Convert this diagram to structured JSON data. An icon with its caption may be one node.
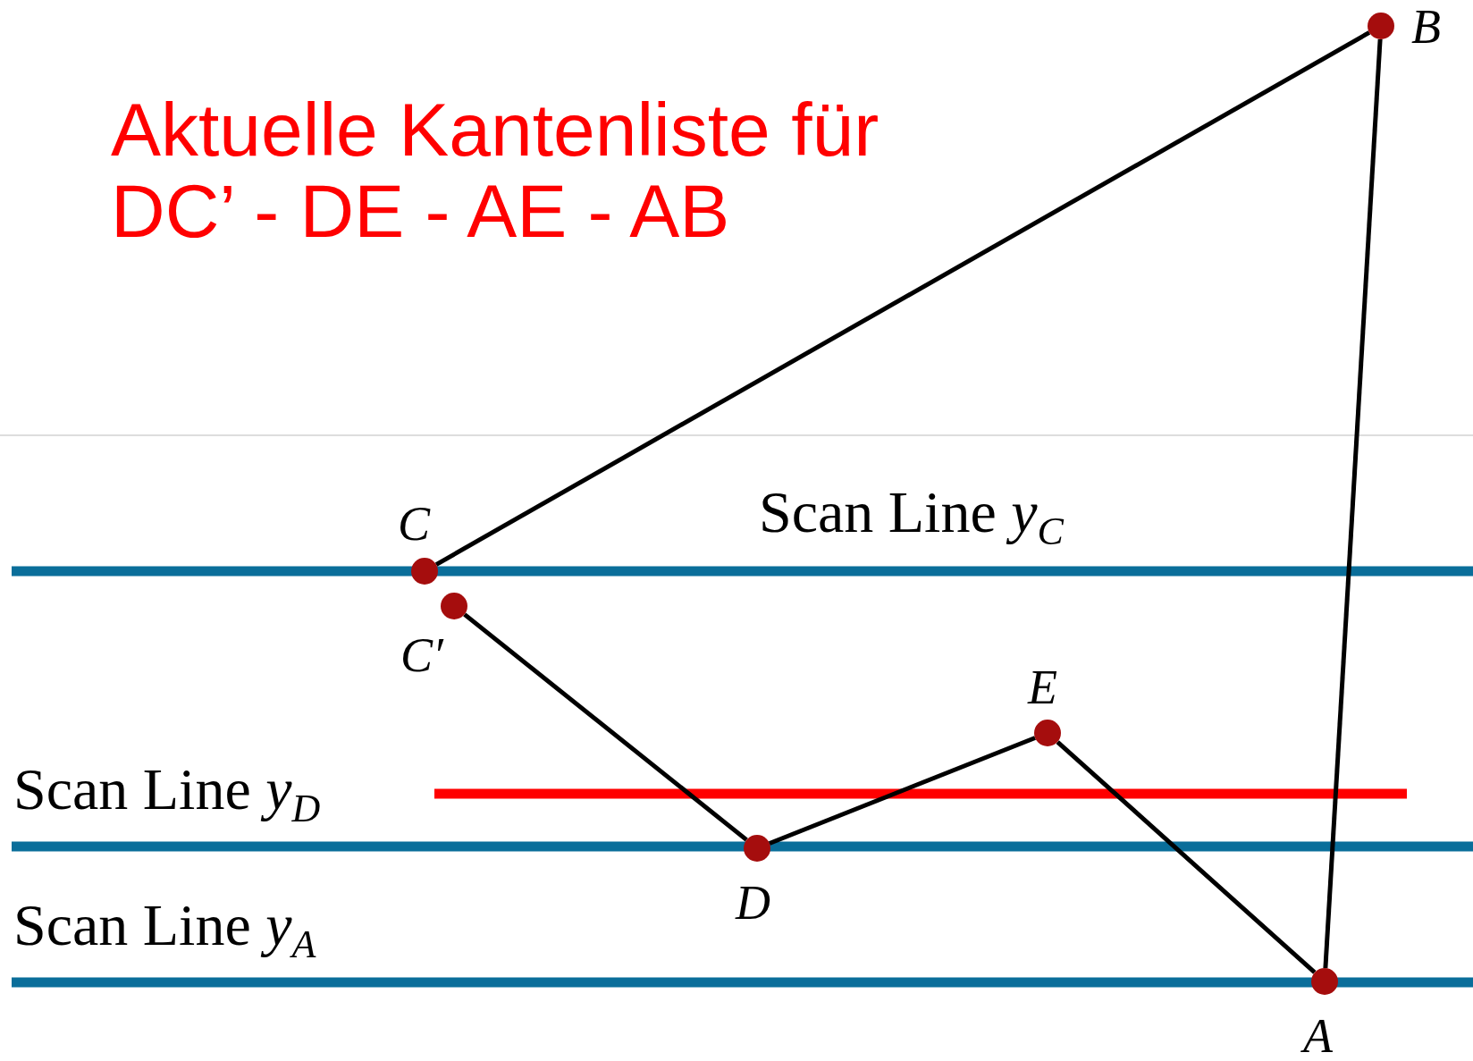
{
  "diagram": {
    "nodes": [
      {
        "text": [],
        "shape": "circle",
        "beside": [
          "B"
        ]
      },
      {
        "text": [],
        "shape": "circle",
        "beside": [
          "C"
        ]
      },
      {
        "text": [],
        "shape": "circle",
        "beside": [
          "C′"
        ]
      },
      {
        "text": [],
        "shape": "circle",
        "beside": [
          "E"
        ]
      },
      {
        "text": [],
        "shape": "circle",
        "beside": [
          "D"
        ]
      },
      {
        "text": [],
        "shape": "circle",
        "beside": [
          "A"
        ]
      }
    ],
    "edges": [
      {
        "from": 1,
        "to": 0,
        "arrow": "none"
      },
      {
        "from": 0,
        "to": 5,
        "arrow": "none"
      },
      {
        "from": 2,
        "to": 4,
        "arrow": "none"
      },
      {
        "from": 4,
        "to": 3,
        "arrow": "none"
      },
      {
        "from": 3,
        "to": 5,
        "arrow": "none"
      }
    ],
    "labels": [
      "Aktuelle Kantenliste für DC’ - DE - AE - AB",
      "Scan Line *y*$_{C}$",
      "Scan Line *y*$_{D}$",
      "Scan Line *y*$_{A}$"
    ]
  }
}
